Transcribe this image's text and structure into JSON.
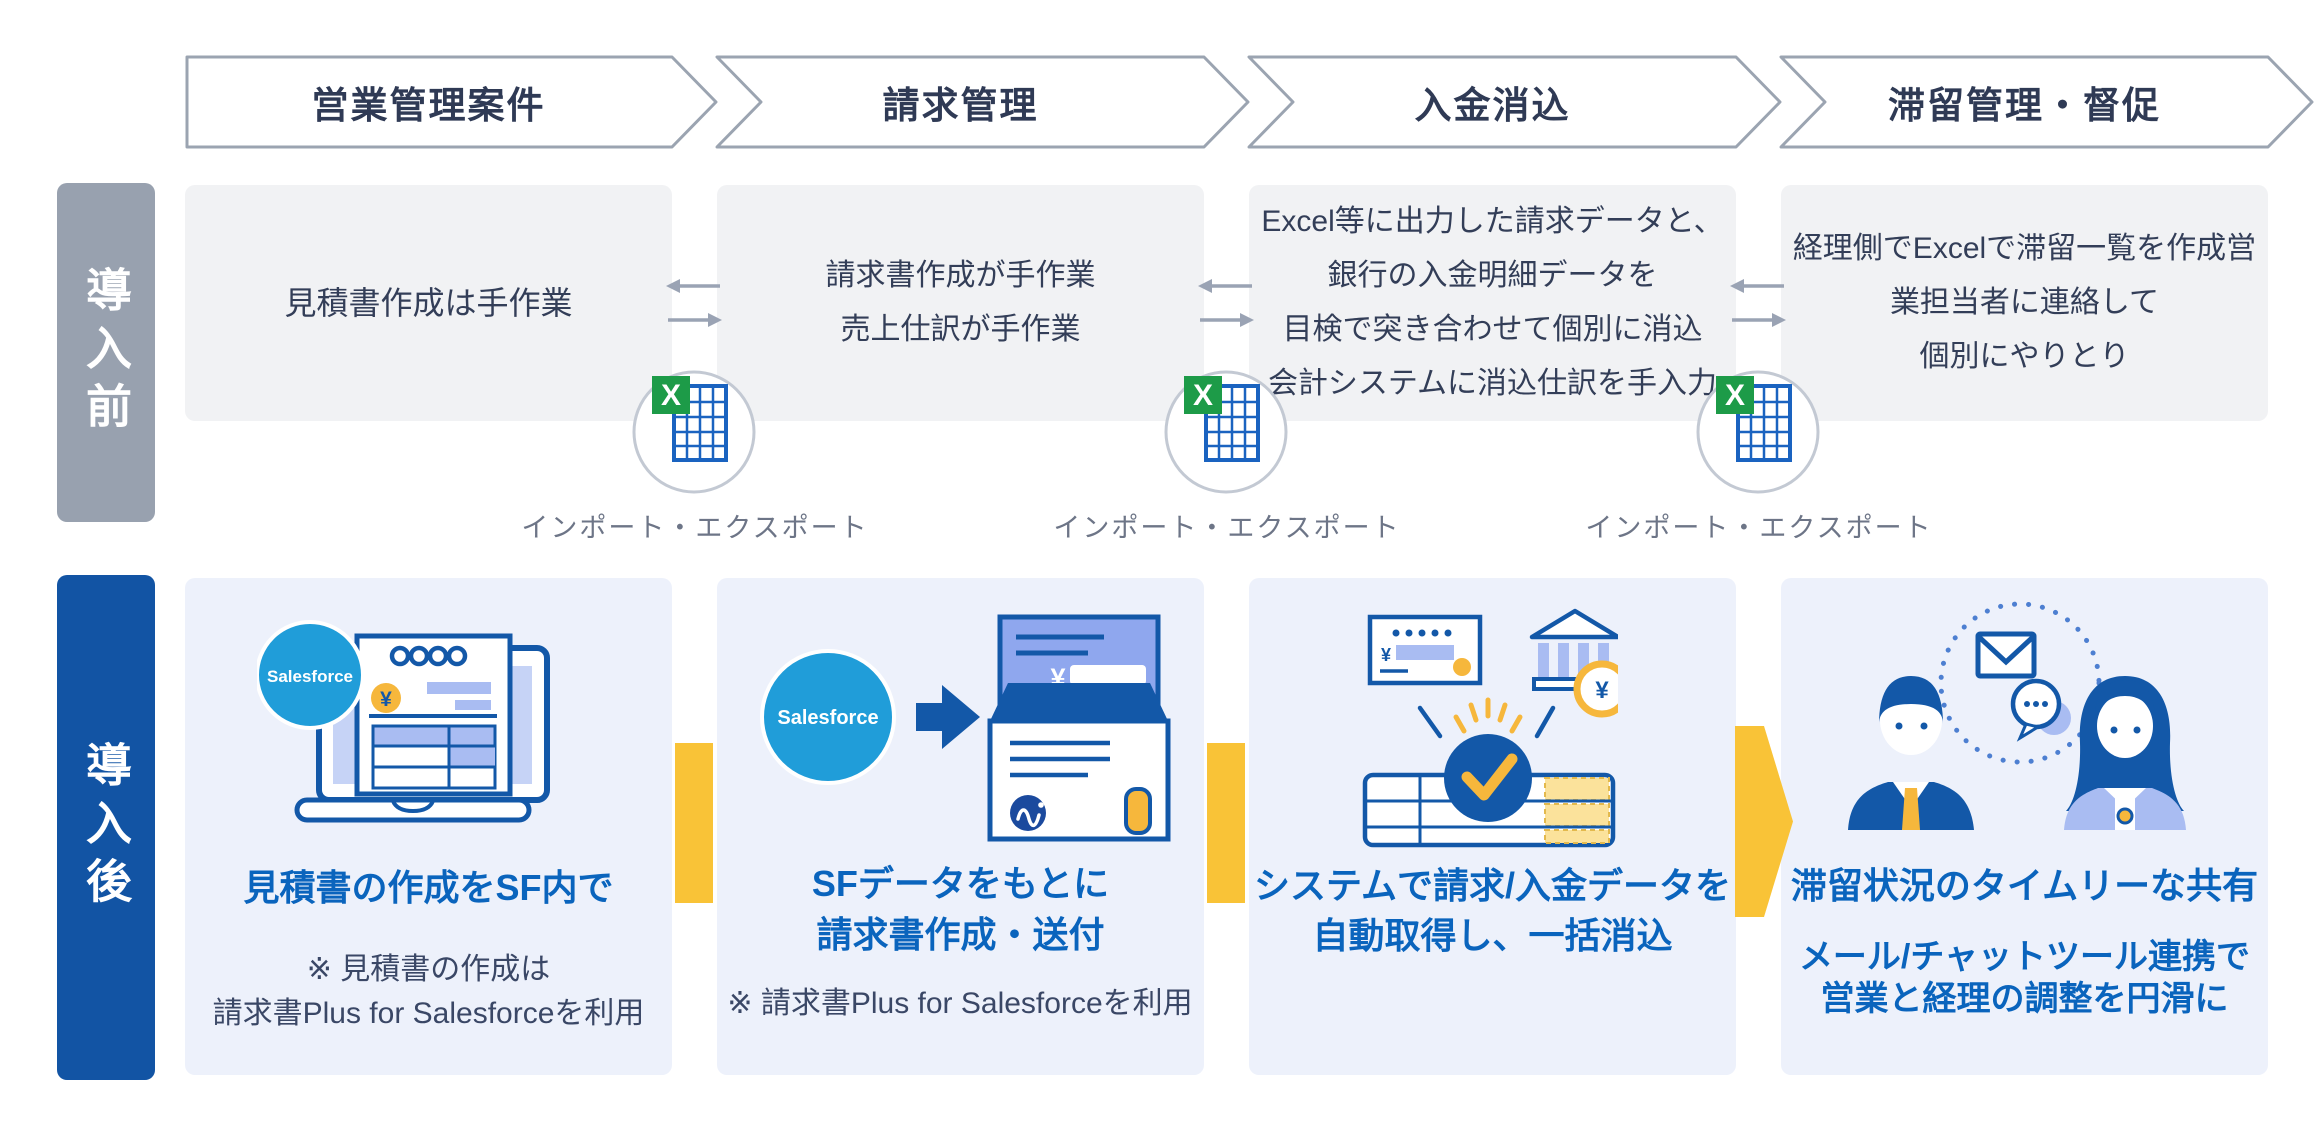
{
  "header": {
    "steps": [
      {
        "label": "営業管理案件"
      },
      {
        "label": "請求管理"
      },
      {
        "label": "入金消込"
      },
      {
        "label": "滞留管理・督促"
      }
    ]
  },
  "before": {
    "row_label": "導入前",
    "io_label": "インポート・エクスポート",
    "cells": [
      {
        "lines": [
          "見積書作成は手作業"
        ]
      },
      {
        "lines": [
          "請求書作成が手作業",
          "売上仕訳が手作業"
        ]
      },
      {
        "lines": [
          "Excel等に出力した請求データと、",
          "銀行の入金明細データを",
          "目検で突き合わせて個別に消込",
          "会計システムに消込仕訳を手入力"
        ]
      },
      {
        "lines": [
          "経理側でExcelで滞留一覧を作成営",
          "業担当者に連絡して",
          "個別にやりとり"
        ]
      }
    ]
  },
  "after": {
    "row_label": "導入後",
    "cells": [
      {
        "title": [
          "見積書の作成をSF内で"
        ],
        "note": [
          "※ 見積書の作成は",
          "請求書Plus for Salesforceを利用"
        ]
      },
      {
        "title": [
          "SFデータをもとに",
          "請求書作成・送付"
        ],
        "note": [
          "※ 請求書Plus for Salesforceを利用"
        ]
      },
      {
        "title": [
          "システムで請求/入金データを",
          "自動取得し、一括消込"
        ],
        "note": []
      },
      {
        "title": [
          "滞留状況のタイムリーな共有"
        ],
        "title2": [
          "メール/チャットツール連携で",
          "営業と経理の調整を円滑に"
        ],
        "note": []
      }
    ]
  },
  "branding": {
    "salesforce_label": "Salesforce"
  },
  "icons": {
    "excel_x": "X",
    "currency_symbol": "¥"
  },
  "colors": {
    "accent_blue": "#1254a4",
    "title_blue": "#0a64bd",
    "navy_text": "#333e58",
    "gray_bar": "#98a1af",
    "before_box_bg": "#f1f2f4",
    "after_box_bg": "#edf1fb",
    "highlight_yellow": "#f9c337",
    "salesforce_blue": "#209dd9",
    "excel_green": "#1d9b48",
    "illustration_navy": "#1358a8",
    "illustration_periwinkle": "#a9bcf2"
  }
}
